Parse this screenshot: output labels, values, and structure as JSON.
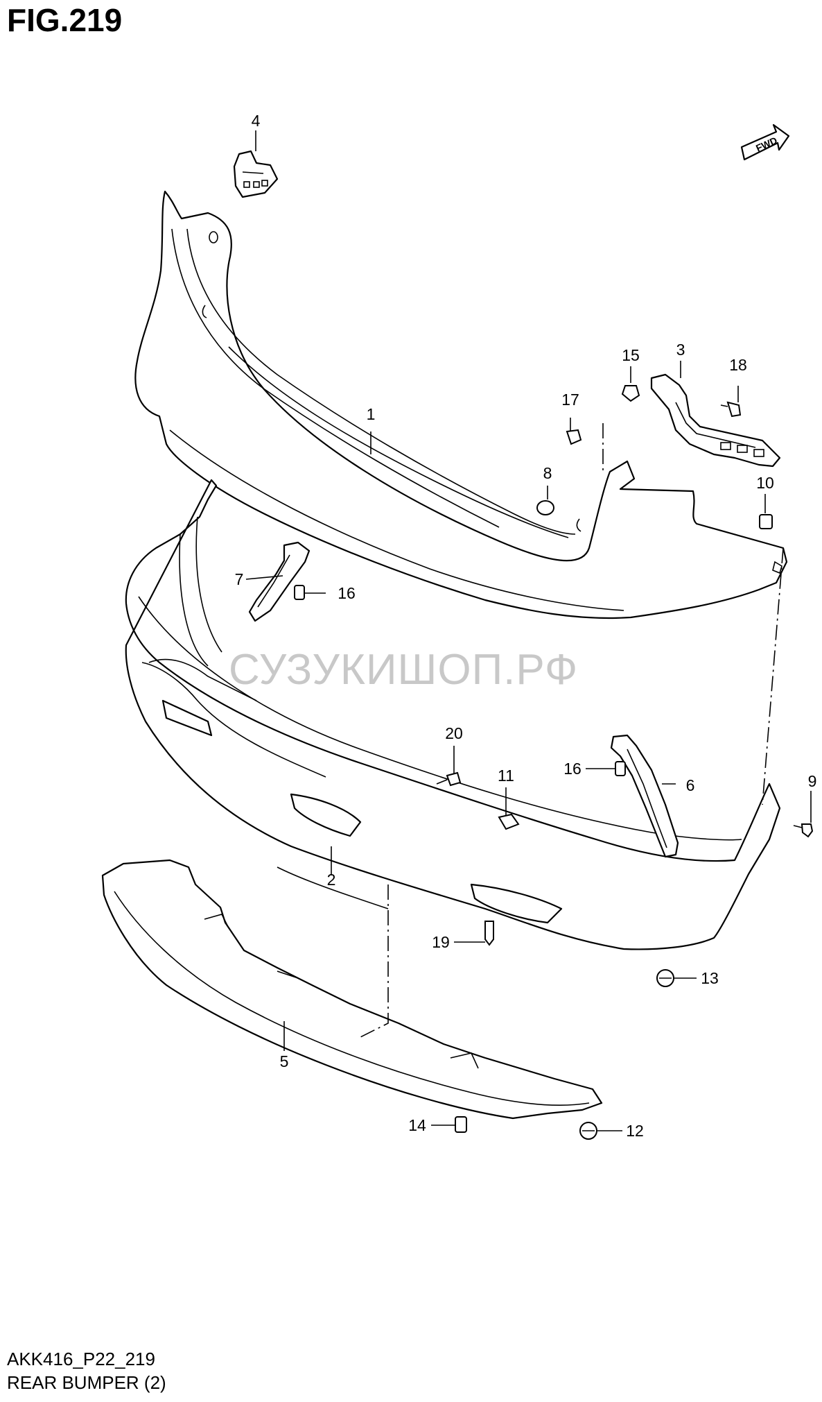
{
  "figure": {
    "title": "FIG.219",
    "code": "AKK416_P22_219",
    "caption": "REAR BUMPER (2)",
    "watermark": "СУЗУКИШОП.РФ",
    "direction_label": "FWD"
  },
  "callouts": [
    "1",
    "2",
    "3",
    "4",
    "5",
    "6",
    "7",
    "8",
    "9",
    "10",
    "11",
    "12",
    "13",
    "14",
    "15",
    "16",
    "16",
    "17",
    "18",
    "19",
    "20"
  ]
}
